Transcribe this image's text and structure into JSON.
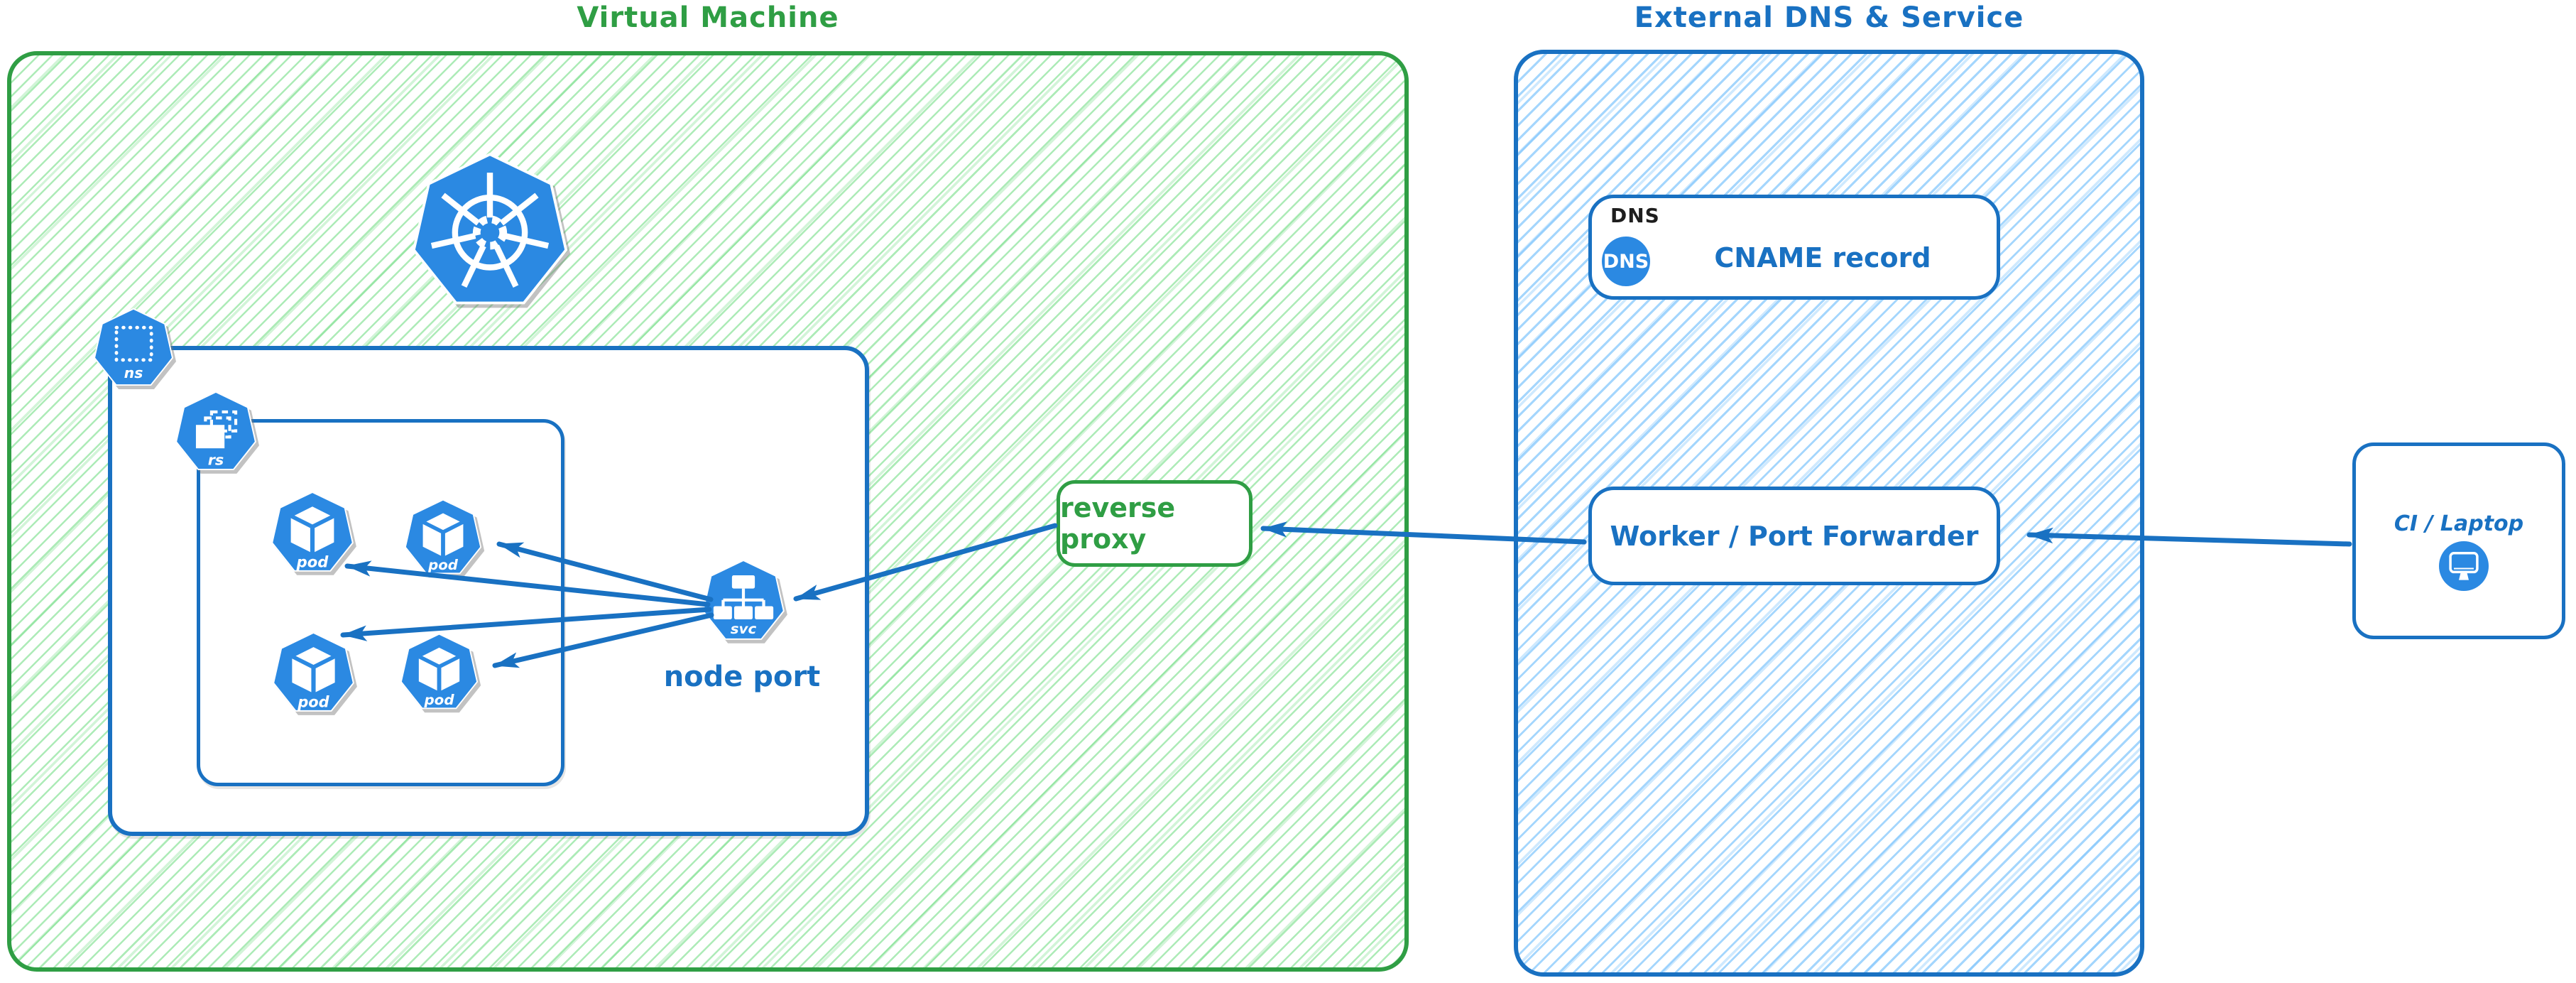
{
  "colors": {
    "green": "#2f9e44",
    "green_hatch": "#69db7c",
    "blue": "#1971c2",
    "blue_hatch": "#74c0fc",
    "icon_blue": "#2b89e2",
    "label_black": "#1e1e1e"
  },
  "vm": {
    "title": "Virtual Machine",
    "namespace_label": "ns",
    "replicaset_label": "rs",
    "pods": [
      "pod",
      "pod",
      "pod",
      "pod"
    ],
    "service_label": "svc",
    "node_port_caption": "node port",
    "reverse_proxy_label": "reverse proxy"
  },
  "external": {
    "title": "External DNS & Service",
    "dns_tag": "DNS",
    "dns_badge": "DNS",
    "cname_label": "CNAME record",
    "worker_label": "Worker / Port Forwarder"
  },
  "client": {
    "label": "CI / Laptop"
  }
}
